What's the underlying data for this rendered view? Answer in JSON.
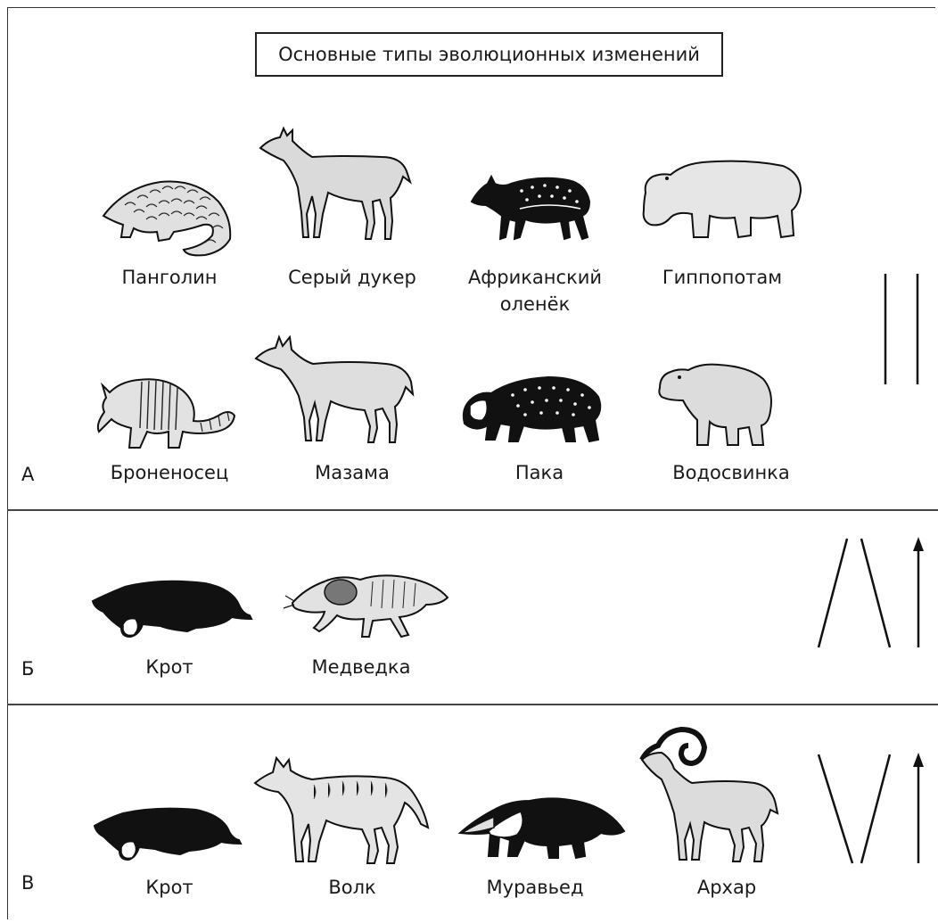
{
  "title": "Основные типы эволюционных изменений",
  "sections": [
    {
      "letter": "А",
      "animals": [
        {
          "name": "Панголин",
          "icon": "pangolin-icon"
        },
        {
          "name": "Серый дукер",
          "icon": "grey-duiker-icon"
        },
        {
          "name": "Африканский оленёк",
          "icon": "african-chevrotain-icon"
        },
        {
          "name": "Гиппопотам",
          "icon": "hippopotamus-icon"
        },
        {
          "name": "Броненосец",
          "icon": "armadillo-icon"
        },
        {
          "name": "Мазама",
          "icon": "mazama-icon"
        },
        {
          "name": "Пака",
          "icon": "paca-icon"
        },
        {
          "name": "Водосвинка",
          "icon": "capybara-icon"
        }
      ],
      "symbol": "parallel-lines-icon"
    },
    {
      "letter": "Б",
      "animals": [
        {
          "name": "Крот",
          "icon": "mole-icon"
        },
        {
          "name": "Медведка",
          "icon": "mole-cricket-icon"
        }
      ],
      "symbol": "convergence-icon"
    },
    {
      "letter": "В",
      "animals": [
        {
          "name": "Крот",
          "icon": "mole-icon"
        },
        {
          "name": "Волк",
          "icon": "wolf-icon"
        },
        {
          "name": "Муравьед",
          "icon": "anteater-icon"
        },
        {
          "name": "Архар",
          "icon": "argali-icon"
        }
      ],
      "symbol": "divergence-icon"
    }
  ],
  "colors": {
    "line": "#222222",
    "fill_light": "#d9d9d9",
    "fill_dark": "#111111"
  }
}
